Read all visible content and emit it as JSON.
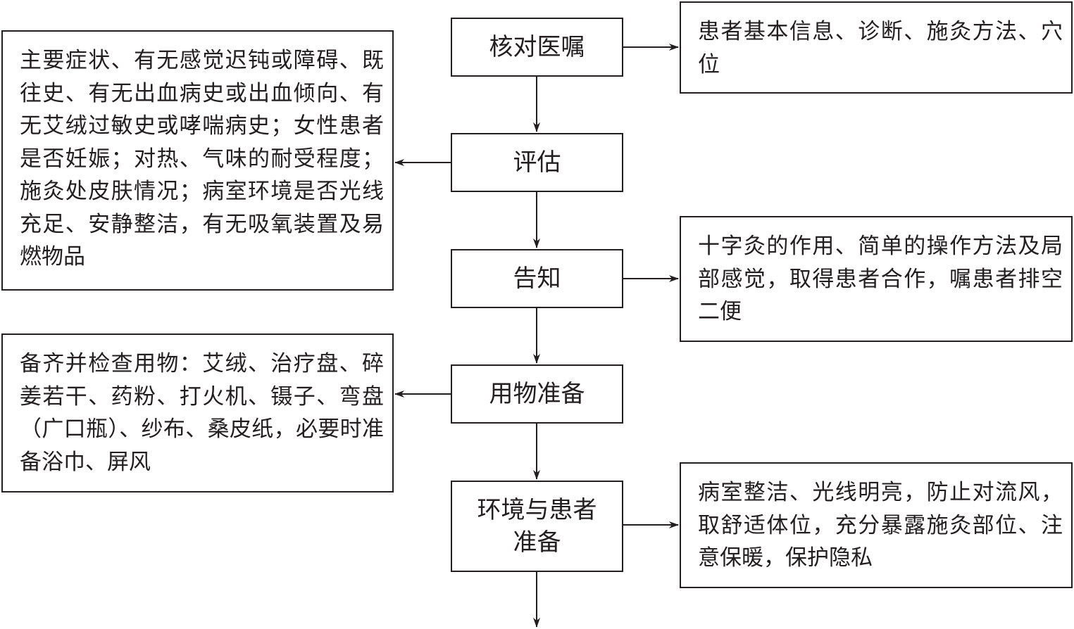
{
  "flow": {
    "steps": [
      {
        "label": "核对医嘱"
      },
      {
        "label": "评估"
      },
      {
        "label": "告知"
      },
      {
        "label": "用物准备"
      },
      {
        "label": "环境与患者准备"
      }
    ],
    "notes": {
      "verify_orders": "患者基本信息、诊断、施灸方法、穴位",
      "assessment": "主要症状、有无感觉迟钝或障碍、既往史、有无出血病史或出血倾向、有无艾绒过敏史或哮喘病史；女性患者是否妊娠；对热、气味的耐受程度；施灸处皮肤情况；病室环境是否光线充足、安静整洁，有无吸氧装置及易燃物品",
      "inform": "十字灸的作用、简单的操作方法及局部感觉，取得患者合作，嘱患者排空二便",
      "supplies": "备齐并检查用物：艾绒、治疗盘、碎姜若干、药粉、打火机、镊子、弯盘（广口瓶）、纱布、桑皮纸，必要时准备浴巾、屏风",
      "environment_patient": "病室整洁、光线明亮，防止对流风，取舒适体位，充分暴露施灸部位、注意保暖，保护隐私"
    }
  }
}
